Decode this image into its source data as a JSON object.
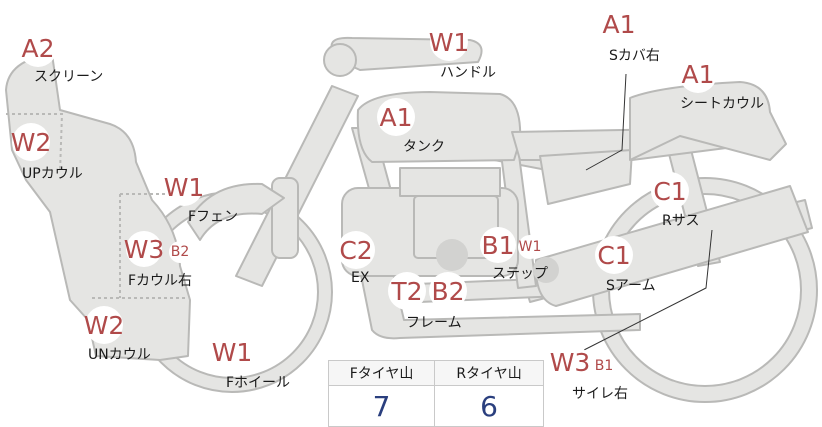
{
  "parts": [
    {
      "id": "screen",
      "code": "A2",
      "label": "スクリーン"
    },
    {
      "id": "up-cowl",
      "code": "W2",
      "label": "UPカウル"
    },
    {
      "id": "f-fender",
      "code": "W1",
      "label": "Fフェン"
    },
    {
      "id": "f-cowl-right",
      "code": "W3",
      "subcode": "B2",
      "label": "Fカウル右"
    },
    {
      "id": "un-cowl",
      "code": "W2",
      "label": "UNカウル"
    },
    {
      "id": "f-wheel",
      "code": "W1",
      "label": "Fホイール"
    },
    {
      "id": "handle",
      "code": "W1",
      "label": "ハンドル"
    },
    {
      "id": "tank",
      "code": "A1",
      "label": "タンク"
    },
    {
      "id": "ex",
      "code": "C2",
      "label": "EX"
    },
    {
      "id": "frame",
      "code": "T2",
      "code2": "B2",
      "label": "フレーム"
    },
    {
      "id": "step",
      "code": "B1",
      "subcode": "W1",
      "label": "ステップ"
    },
    {
      "id": "s-cover-right",
      "code": "A1",
      "label": "Sカバ右"
    },
    {
      "id": "seat-cowl",
      "code": "A1",
      "label": "シートカウル"
    },
    {
      "id": "r-sus",
      "code": "C1",
      "label": "Rサス"
    },
    {
      "id": "s-arm",
      "code": "C1",
      "label": "Sアーム"
    },
    {
      "id": "silencer-right",
      "code": "W3",
      "subcode": "B1",
      "label": "サイレ右"
    }
  ],
  "tire_tread": {
    "front_label": "Fタイヤ山",
    "rear_label": "Rタイヤ山",
    "front_value": "7",
    "rear_value": "6"
  },
  "colors": {
    "body_fill": "#e5e5e3",
    "body_stroke": "#b9b9b7",
    "code_red": "#b04a4a",
    "value_blue": "#2a3f7e"
  }
}
